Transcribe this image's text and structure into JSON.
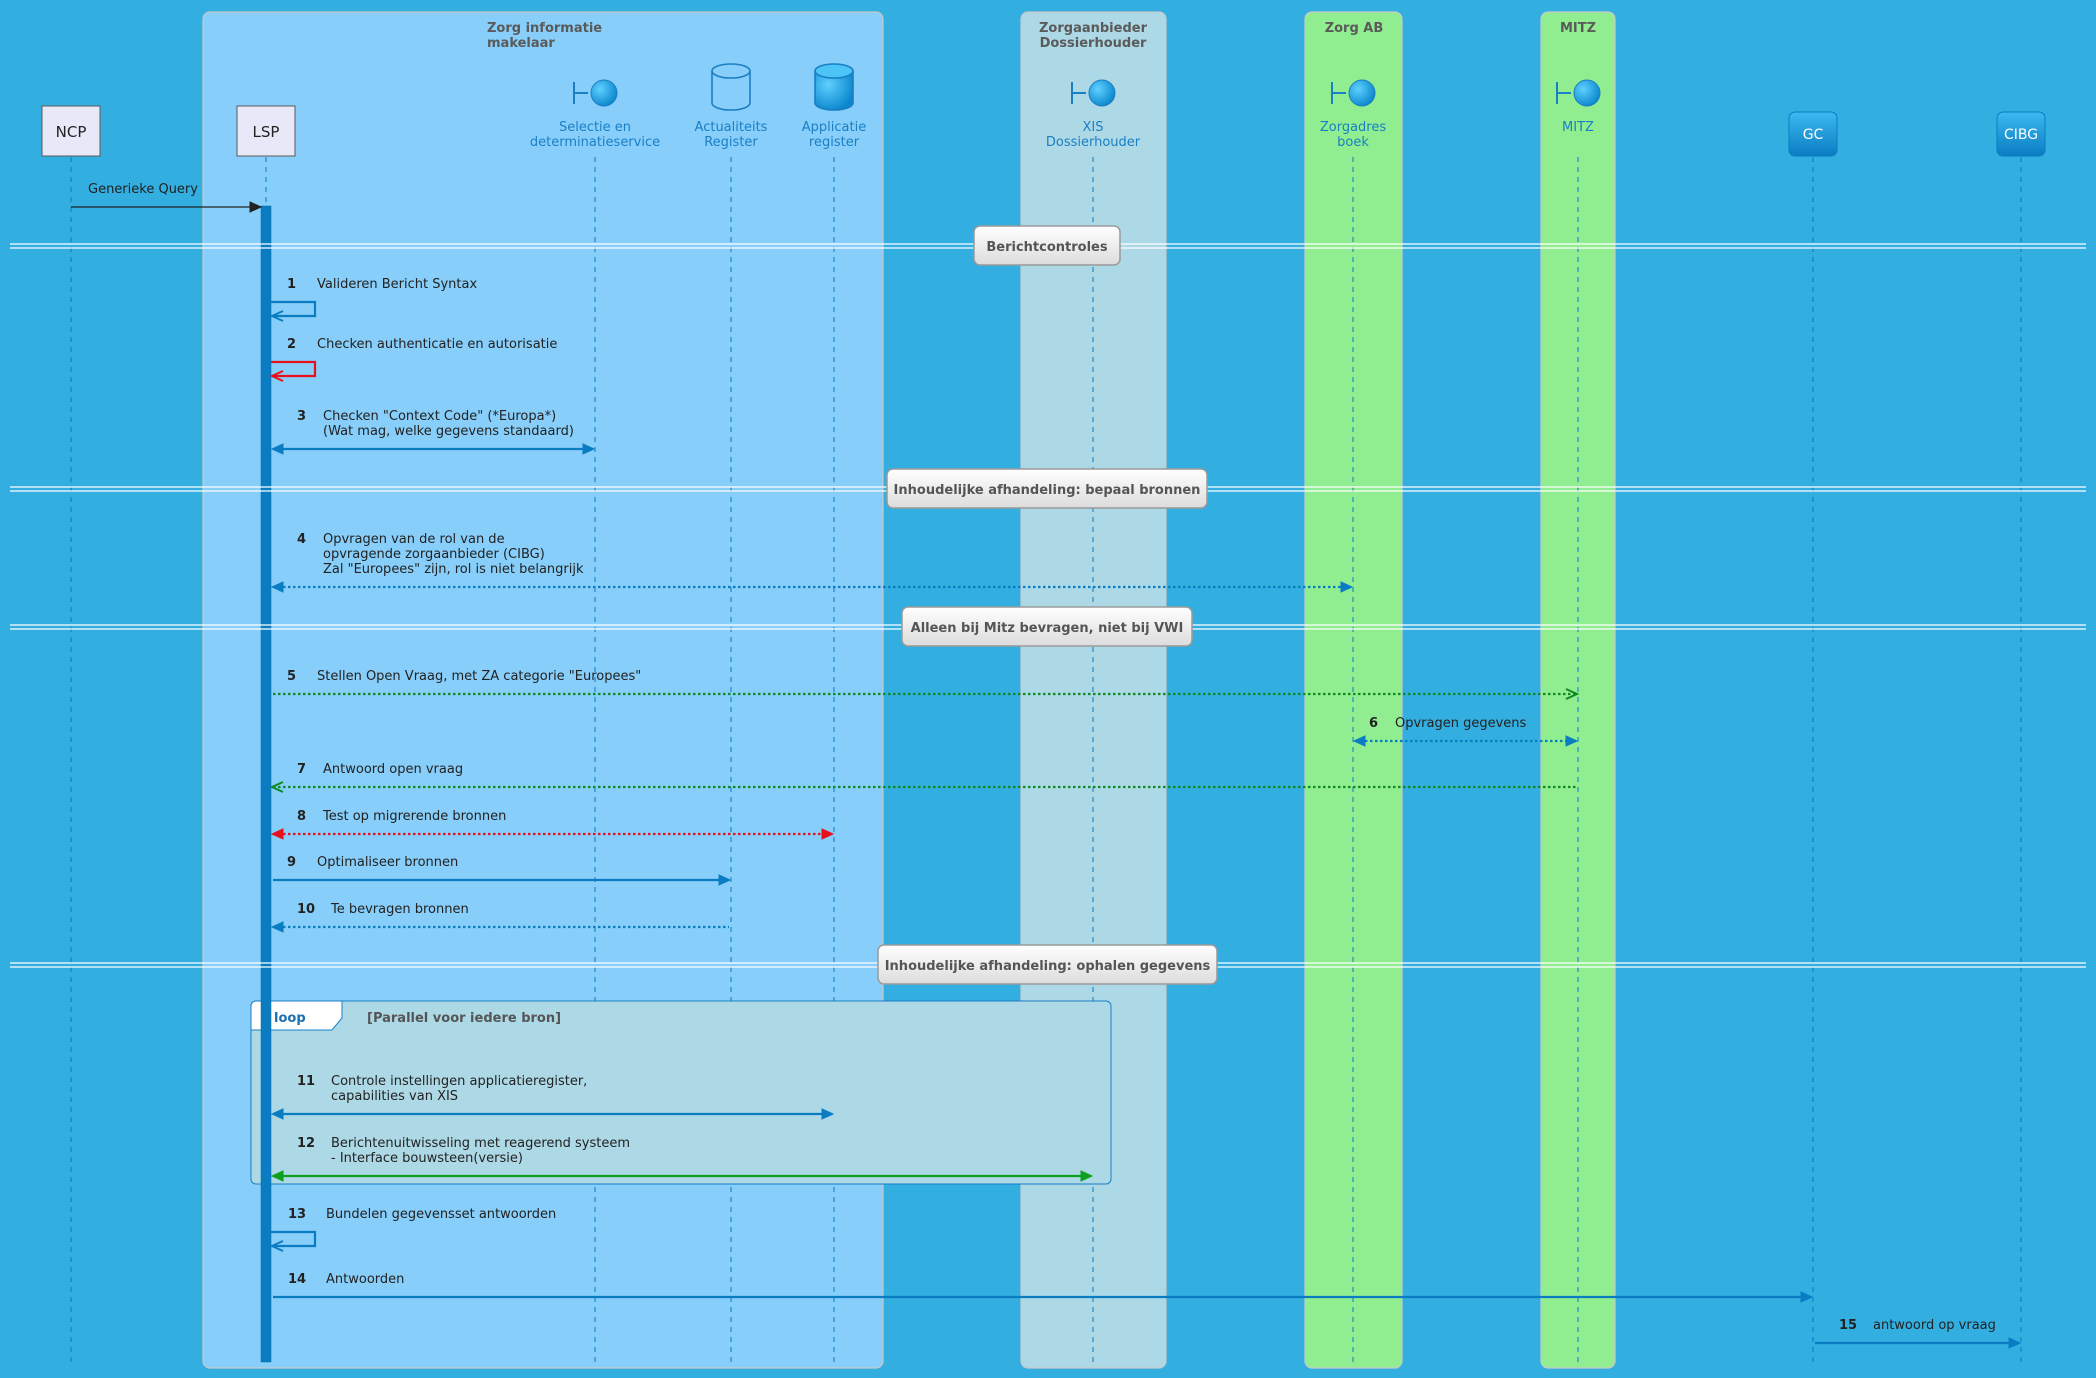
{
  "boxes": [
    {
      "id": "zim",
      "title": [
        "Zorg informatie",
        "makelaar"
      ],
      "fill": "#87cefa"
    },
    {
      "id": "zad",
      "title": [
        "Zorgaanbieder",
        "Dossierhouder"
      ],
      "fill": "#add8e6"
    },
    {
      "id": "zab",
      "title": [
        "Zorg AB"
      ],
      "fill": "#90ee90"
    },
    {
      "id": "mitz",
      "title": [
        "MITZ"
      ],
      "fill": "#90ee90"
    }
  ],
  "participants": [
    {
      "id": "ncp",
      "label": [
        "NCP"
      ],
      "kind": "box-light",
      "icon": "participant-box"
    },
    {
      "id": "lsp",
      "label": [
        "LSP"
      ],
      "kind": "box-light",
      "icon": "participant-box"
    },
    {
      "id": "sel",
      "label": [
        "Selectie en",
        "determinatieservice"
      ],
      "kind": "boundary",
      "icon": "boundary-icon"
    },
    {
      "id": "act",
      "label": [
        "Actualiteits",
        "Register"
      ],
      "kind": "database-outline",
      "icon": "database-icon"
    },
    {
      "id": "app",
      "label": [
        "Applicatie",
        "register"
      ],
      "kind": "database-filled",
      "icon": "database-icon"
    },
    {
      "id": "xis",
      "label": [
        "XIS",
        "Dossierhouder"
      ],
      "kind": "boundary",
      "icon": "boundary-icon"
    },
    {
      "id": "zadr",
      "label": [
        "Zorgadres",
        "boek"
      ],
      "kind": "boundary",
      "icon": "boundary-icon"
    },
    {
      "id": "mitzp",
      "label": [
        "MITZ"
      ],
      "kind": "boundary",
      "icon": "boundary-icon"
    },
    {
      "id": "gc",
      "label": [
        "GC"
      ],
      "kind": "box-blue",
      "icon": "participant-box"
    },
    {
      "id": "cibg",
      "label": [
        "CIBG"
      ],
      "kind": "box-blue",
      "icon": "participant-box"
    }
  ],
  "initial_message": {
    "from": "ncp",
    "to": "lsp",
    "label": "Generieke Query"
  },
  "dividers": [
    {
      "label": "Berichtcontroles"
    },
    {
      "label": "Inhoudelijke afhandeling: bepaal bronnen"
    },
    {
      "label": "Alleen bij Mitz bevragen, niet bij VWI"
    },
    {
      "label": "Inhoudelijke afhandeling: ophalen gegevens"
    }
  ],
  "messages": [
    {
      "num": "1",
      "from": "lsp",
      "to": "lsp",
      "self": true,
      "label": [
        "Valideren Bericht Syntax"
      ],
      "color": "#0a7cc2",
      "style": "solid",
      "head": "open"
    },
    {
      "num": "2",
      "from": "lsp",
      "to": "lsp",
      "self": true,
      "label": [
        "Checken authenticatie en autorisatie"
      ],
      "color": "#e8101a",
      "style": "solid",
      "head": "open"
    },
    {
      "num": "3",
      "from": "lsp",
      "to": "sel",
      "label": [
        "Checken \"Context Code\" (*Europa*)",
        "(Wat mag, welke gegevens standaard)"
      ],
      "color": "#0a7cc2",
      "style": "solid",
      "head": "both"
    },
    {
      "num": "4",
      "from": "lsp",
      "to": "zadr",
      "label": [
        "Opvragen van de rol van de",
        "opvragende zorgaanbieder (CIBG)",
        " Zal \"Europees\" zijn, rol is niet belangrijk"
      ],
      "color": "#0a7cc2",
      "style": "dotted",
      "head": "both"
    },
    {
      "num": "5",
      "from": "lsp",
      "to": "mitzp",
      "label": [
        "Stellen Open Vraag, met ZA categorie \"Europees\""
      ],
      "color": "#0f8a22",
      "style": "dotted",
      "head": "open-right"
    },
    {
      "num": "6",
      "from": "zadr",
      "to": "mitzp",
      "label": [
        "Opvragen gegevens"
      ],
      "color": "#0a7cc2",
      "style": "dotted",
      "head": "both"
    },
    {
      "num": "7",
      "from": "mitzp",
      "to": "lsp",
      "label": [
        "Antwoord open vraag"
      ],
      "color": "#0f8a22",
      "style": "dotted",
      "head": "open-left"
    },
    {
      "num": "8",
      "from": "lsp",
      "to": "app",
      "label": [
        "Test op migrerende bronnen"
      ],
      "color": "#e8101a",
      "style": "dotted",
      "head": "both"
    },
    {
      "num": "9",
      "from": "lsp",
      "to": "act",
      "label": [
        "Optimaliseer bronnen"
      ],
      "color": "#0a7cc2",
      "style": "solid",
      "head": "right"
    },
    {
      "num": "10",
      "from": "act",
      "to": "lsp",
      "label": [
        "Te bevragen bronnen"
      ],
      "color": "#0a7cc2",
      "style": "dotted",
      "head": "left"
    },
    {
      "num": "11",
      "from": "lsp",
      "to": "app",
      "label": [
        "Controle instellingen applicatieregister,",
        "capabilities van XIS"
      ],
      "color": "#0a7cc2",
      "style": "solid",
      "head": "both"
    },
    {
      "num": "12",
      "from": "lsp",
      "to": "xis",
      "label": [
        "Berichtenuitwisseling met reagerend systeem",
        "- Interface bouwsteen(versie)"
      ],
      "color": "#10a020",
      "style": "solid",
      "head": "both"
    },
    {
      "num": "13",
      "from": "lsp",
      "to": "lsp",
      "self": true,
      "label": [
        "Bundelen gegevensset antwoorden"
      ],
      "color": "#0a7cc2",
      "style": "solid",
      "head": "open"
    },
    {
      "num": "14",
      "from": "lsp",
      "to": "gc",
      "label": [
        "Antwoorden"
      ],
      "color": "#0a7cc2",
      "style": "solid",
      "head": "right"
    },
    {
      "num": "15",
      "from": "gc",
      "to": "cibg",
      "label": [
        "antwoord op vraag"
      ],
      "color": "#0a7cc2",
      "style": "solid",
      "head": "right"
    }
  ],
  "loop": {
    "keyword": "loop",
    "condition": "[Parallel voor iedere bron]"
  },
  "colors": {
    "background": "#33aee0",
    "lifeline": "#0a7cc2",
    "participant_text": "#1a7fc4",
    "activation": "#0a7cc2"
  }
}
